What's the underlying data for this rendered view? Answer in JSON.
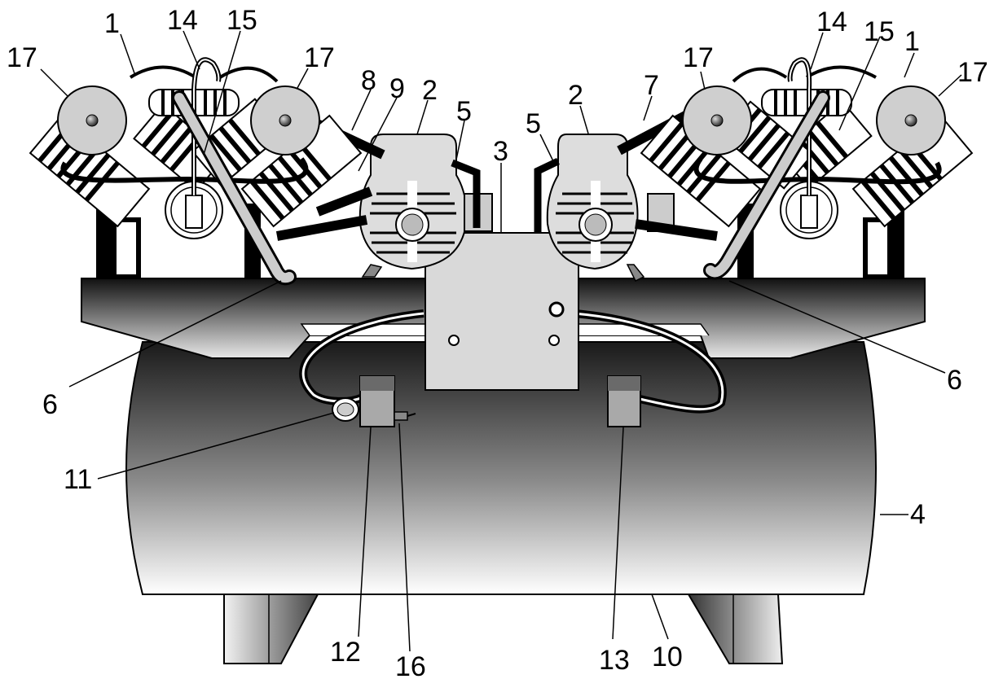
{
  "callouts": [
    {
      "id": "c17a",
      "text": "17"
    },
    {
      "id": "c1a",
      "text": "1"
    },
    {
      "id": "c14a",
      "text": "14"
    },
    {
      "id": "c15a",
      "text": "15"
    },
    {
      "id": "c17b",
      "text": "17"
    },
    {
      "id": "c8",
      "text": "8"
    },
    {
      "id": "c9",
      "text": "9"
    },
    {
      "id": "c2a",
      "text": "2"
    },
    {
      "id": "c5a",
      "text": "5"
    },
    {
      "id": "c3",
      "text": "3"
    },
    {
      "id": "c5b",
      "text": "5"
    },
    {
      "id": "c2b",
      "text": "2"
    },
    {
      "id": "c7",
      "text": "7"
    },
    {
      "id": "c17c",
      "text": "17"
    },
    {
      "id": "c14b",
      "text": "14"
    },
    {
      "id": "c15b",
      "text": "15"
    },
    {
      "id": "c1b",
      "text": "1"
    },
    {
      "id": "c17d",
      "text": "17"
    },
    {
      "id": "c6a",
      "text": "6"
    },
    {
      "id": "c6b",
      "text": "6"
    },
    {
      "id": "c11",
      "text": "11"
    },
    {
      "id": "c4",
      "text": "4"
    },
    {
      "id": "c12",
      "text": "12"
    },
    {
      "id": "c16",
      "text": "16"
    },
    {
      "id": "c13",
      "text": "13"
    },
    {
      "id": "c10",
      "text": "10"
    }
  ]
}
